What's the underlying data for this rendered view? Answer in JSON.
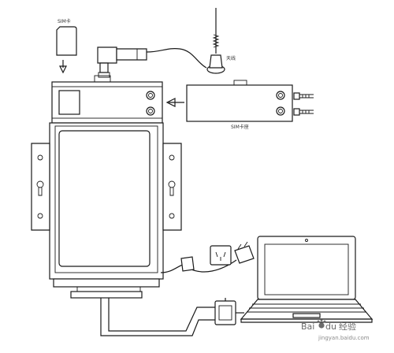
{
  "labels": {
    "sim_card": "SIM卡",
    "antenna": "天线",
    "sim_holder": "SIM卡座"
  },
  "watermark": {
    "brand": "Bai",
    "paw": "du",
    "suffix": "经验",
    "sub": "jingyan.baidu.com"
  },
  "icons": [
    "sim-card-icon",
    "down-arrow-icon",
    "antenna-icon",
    "left-arrow-icon",
    "screw-icon",
    "power-outlet-icon",
    "power-adapter-icon",
    "serial-connector-icon",
    "laptop-icon"
  ]
}
